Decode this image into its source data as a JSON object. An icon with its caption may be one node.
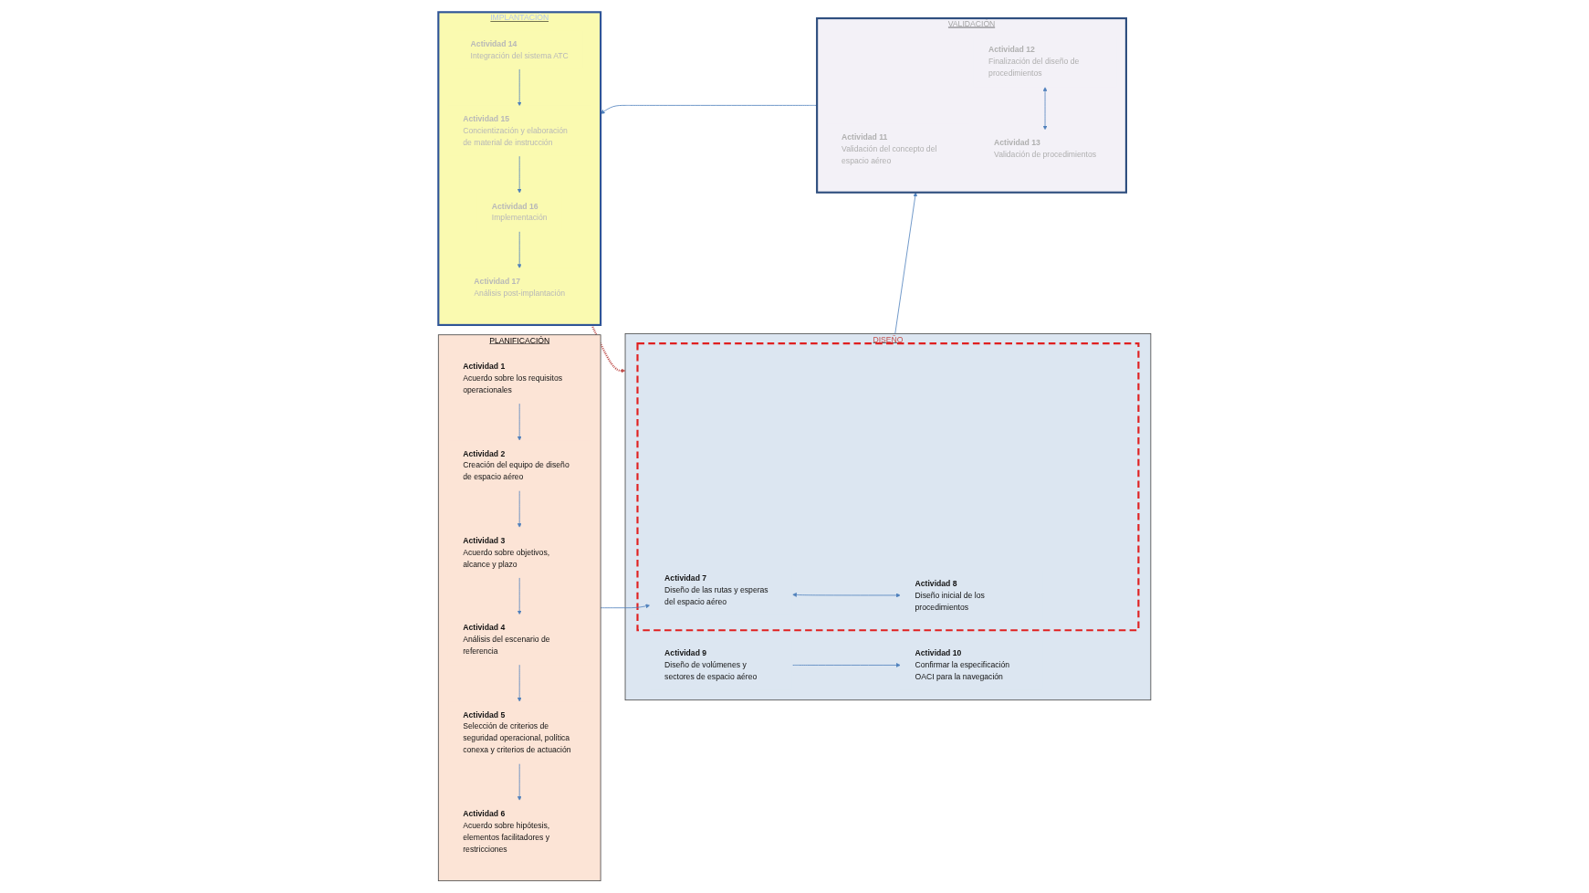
{
  "diagram": {
    "nodes": [
      {
        "text": [
          "PLANIFICACIÓN"
        ]
      },
      {
        "text": [
          "Actividad 1",
          "Acuerdo sobre los requisitos operacionales"
        ],
        "in": 0
      },
      {
        "text": [
          "Actividad 2",
          "Creación del equipo de diseño de espacio aéreo"
        ],
        "in": 0
      },
      {
        "text": [
          "Actividad 3",
          "Acuerdo sobre objetivos, alcance y plazo"
        ],
        "in": 0
      },
      {
        "text": [
          "Actividad 4",
          "Análisis del escenario de referencia"
        ],
        "in": 0
      },
      {
        "text": [
          "Actividad 5",
          "Selección de criterios de seguridad operacional, política conexa y criterios de actuación"
        ],
        "in": 0
      },
      {
        "text": [
          "Actividad 6",
          "Acuerdo sobre hipótesis, elementos facilitadores y restricciones"
        ],
        "in": 0
      },
      {
        "text": [
          "DISEÑO"
        ]
      },
      {
        "text": [],
        "shape": "box",
        "in": 7
      },
      {
        "text": [
          "Actividad 7",
          "Diseño de las rutas y esperas del espacio aéreo"
        ],
        "in": 8
      },
      {
        "text": [
          "Actividad 8",
          "Diseño inicial de los procedimientos"
        ],
        "in": 8
      },
      {
        "text": [
          "Actividad 9",
          "Diseño de volúmenes y sectores de espacio aéreo"
        ],
        "in": 7
      },
      {
        "text": [
          "Actividad 10",
          "Confirmar la especificación OACI para la navegación"
        ],
        "in": 7
      },
      {
        "text": [
          "VALIDACIÓN"
        ]
      },
      {
        "text": [
          "Actividad 11",
          "Validación del concepto del espacio aéreo"
        ],
        "in": 13
      },
      {
        "text": [
          "Actividad 12",
          "Finalización del diseño de procedimientos"
        ],
        "in": 13
      },
      {
        "text": [
          "Actividad 13",
          "Validación de procedimientos"
        ],
        "in": 13
      },
      {
        "text": [
          "IMPLANTACIÓN"
        ]
      },
      {
        "text": [
          "Actividad 14",
          "Integración del sistema ATC"
        ],
        "in": 17
      },
      {
        "text": [
          "Actividad 15",
          "Concientización y elaboración de material de instrucción"
        ],
        "in": 17
      },
      {
        "text": [
          "Actividad 16",
          "Implementación"
        ],
        "in": 17
      },
      {
        "text": [
          "Actividad 17",
          "Análisis post-implantación"
        ],
        "in": 17
      }
    ],
    "edges": [
      {
        "from": 1,
        "to": 2,
        "arrow": "to"
      },
      {
        "from": 2,
        "to": 3,
        "arrow": "to"
      },
      {
        "from": 3,
        "to": 4,
        "arrow": "to"
      },
      {
        "from": 4,
        "to": 5,
        "arrow": "to"
      },
      {
        "from": 5,
        "to": 6,
        "arrow": "to"
      },
      {
        "from": 9,
        "to": 10,
        "arrow": "both"
      },
      {
        "from": 11,
        "to": 12,
        "arrow": "to"
      },
      {
        "from": 15,
        "to": 16,
        "arrow": "both"
      },
      {
        "from": 18,
        "to": 19,
        "arrow": "to"
      },
      {
        "from": 19,
        "to": 20,
        "arrow": "to"
      },
      {
        "from": 20,
        "to": 21,
        "arrow": "to"
      },
      {
        "from": 0,
        "to": 9,
        "arrow": "to"
      },
      {
        "from": 7,
        "to": 13,
        "arrow": "to"
      },
      {
        "from": 13,
        "to": 17,
        "arrow": "to"
      },
      {
        "from": 17,
        "to": 7,
        "arrow": "to",
        "style": "dashed",
        "color": "#c0504d"
      }
    ]
  }
}
